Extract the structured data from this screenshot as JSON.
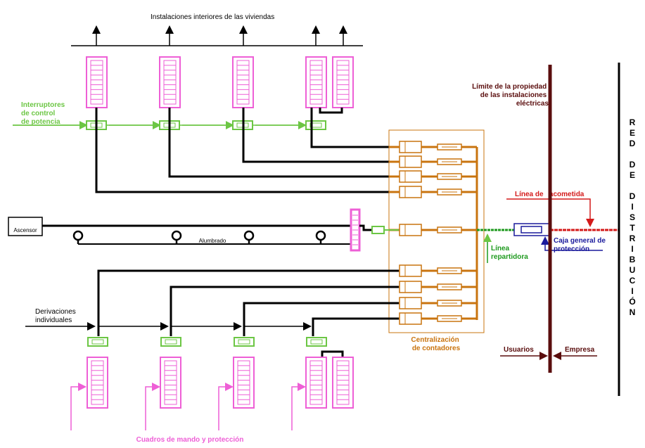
{
  "labels": {
    "instalaciones_interiores": "Instalaciones interiores de las viviendas",
    "interruptores": [
      "Interruptores",
      "de control",
      "de potencia"
    ],
    "limite": [
      "Límite de la propiedad",
      "de las instalaciones",
      "eléctricas"
    ],
    "red_distribucion": [
      "R",
      "E",
      "D",
      "",
      "D",
      "E",
      "",
      "D",
      "I",
      "S",
      "T",
      "R",
      "I",
      "B",
      "U",
      "C",
      "I",
      "Ó",
      "N"
    ],
    "linea_acometida": "Línea de   acometida",
    "caja_general": [
      "Caja general de",
      "protección"
    ],
    "linea_repartidora": [
      "Línea",
      "repartidora"
    ],
    "ascensor": "Ascensor",
    "alumbrado": "Alumbrado",
    "derivaciones": [
      "Derivaciones",
      "individuales"
    ],
    "centralizacion": [
      "Centralización",
      "de contadores"
    ],
    "usuarios": "Usuarios",
    "empresa": "Empresa",
    "cuadros": "Cuadros de mando y protección"
  },
  "colors": {
    "pink": "#ee5fd6",
    "green": "#6cc644",
    "orange": "#c9740f",
    "red": "#d41a1a",
    "blue": "#1a1a9c",
    "maroon": "#5a0d0d",
    "dark_green": "#1e9a1e"
  }
}
